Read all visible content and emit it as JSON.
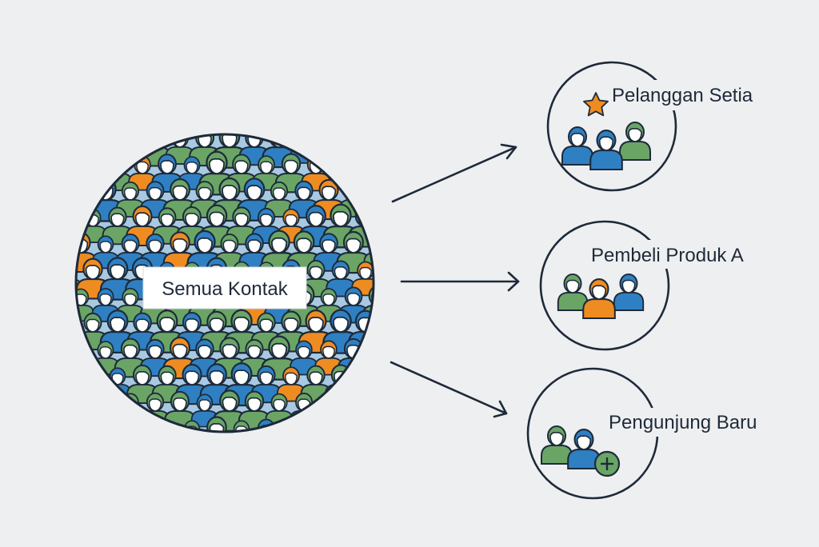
{
  "diagram": {
    "source": {
      "label": "Semua Kontak"
    },
    "segments": [
      {
        "label": "Pelanggan Setia",
        "badge": "star-icon"
      },
      {
        "label": "Pembeli Produk A",
        "badge": ""
      },
      {
        "label": "Pengunjung Baru",
        "badge": "plus-icon"
      }
    ]
  },
  "colors": {
    "background": "#eeeff0",
    "outline": "#1e2a3a",
    "blue": "#2f80c3",
    "green": "#6aa566",
    "orange": "#ef8c21",
    "skyblue": "#a9c9e2",
    "white": "#ffffff"
  }
}
